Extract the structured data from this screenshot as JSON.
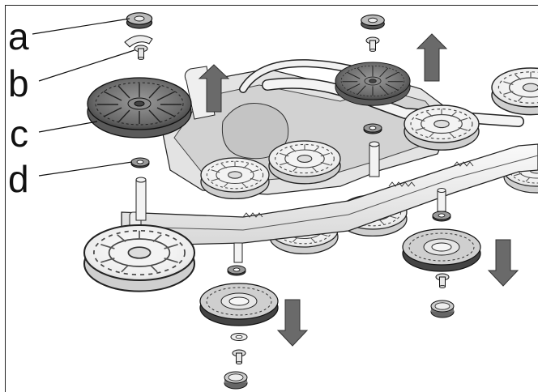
{
  "callouts": {
    "a": "a",
    "b": "b",
    "c": "c",
    "d": "d"
  },
  "colors": {
    "ink": "#1a1a1a",
    "part_light": "#eeeeee",
    "part_mid": "#bdbdbd",
    "part_dark": "#6b6b6b",
    "arrow": "#6a6a6a"
  },
  "arrows": [
    {
      "name": "up-arrow-left",
      "direction": "up"
    },
    {
      "name": "up-arrow-right",
      "direction": "up"
    },
    {
      "name": "down-arrow-center",
      "direction": "down"
    },
    {
      "name": "down-arrow-right",
      "direction": "down"
    }
  ]
}
